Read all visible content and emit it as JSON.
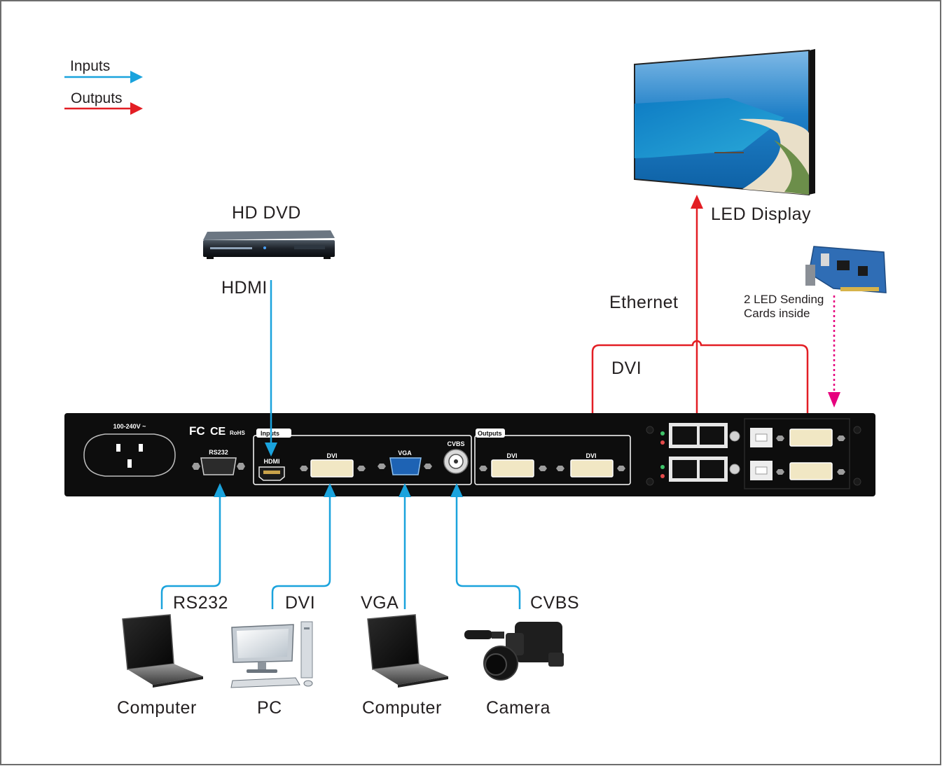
{
  "legend": {
    "inputs_label": "Inputs",
    "outputs_label": "Outputs"
  },
  "colors": {
    "input_line": "#1aa3dd",
    "output_line": "#e31e24",
    "card_line": "#e6007e",
    "panel": "#0d0d0d",
    "frame": "#6d6d6d"
  },
  "sources": {
    "hd_dvd": {
      "title": "HD DVD",
      "connection": "HDMI"
    },
    "computer_rs232": {
      "title": "Computer",
      "connection": "RS232"
    },
    "pc_dvi": {
      "title": "PC",
      "connection": "DVI"
    },
    "computer_vga": {
      "title": "Computer",
      "connection": "VGA"
    },
    "camera_cvbs": {
      "title": "Camera",
      "connection": "CVBS"
    }
  },
  "outputs": {
    "led_display": "LED Display",
    "ethernet": "Ethernet",
    "dvi": "DVI",
    "sending_cards_line1": "2 LED Sending",
    "sending_cards_line2": "Cards inside"
  },
  "panel_labels": {
    "power": "100-240V ~",
    "fcc": "FC",
    "ce": "CE",
    "rohs": "RoHS",
    "rs232": "RS232",
    "inputs_group": "Inputs",
    "hdmi": "HDMI",
    "dvi_in": "DVI",
    "vga": "VGA",
    "cvbs": "CVBS",
    "outputs_group": "Outputs",
    "dvi_out_1": "DVI",
    "dvi_out_2": "DVI"
  }
}
